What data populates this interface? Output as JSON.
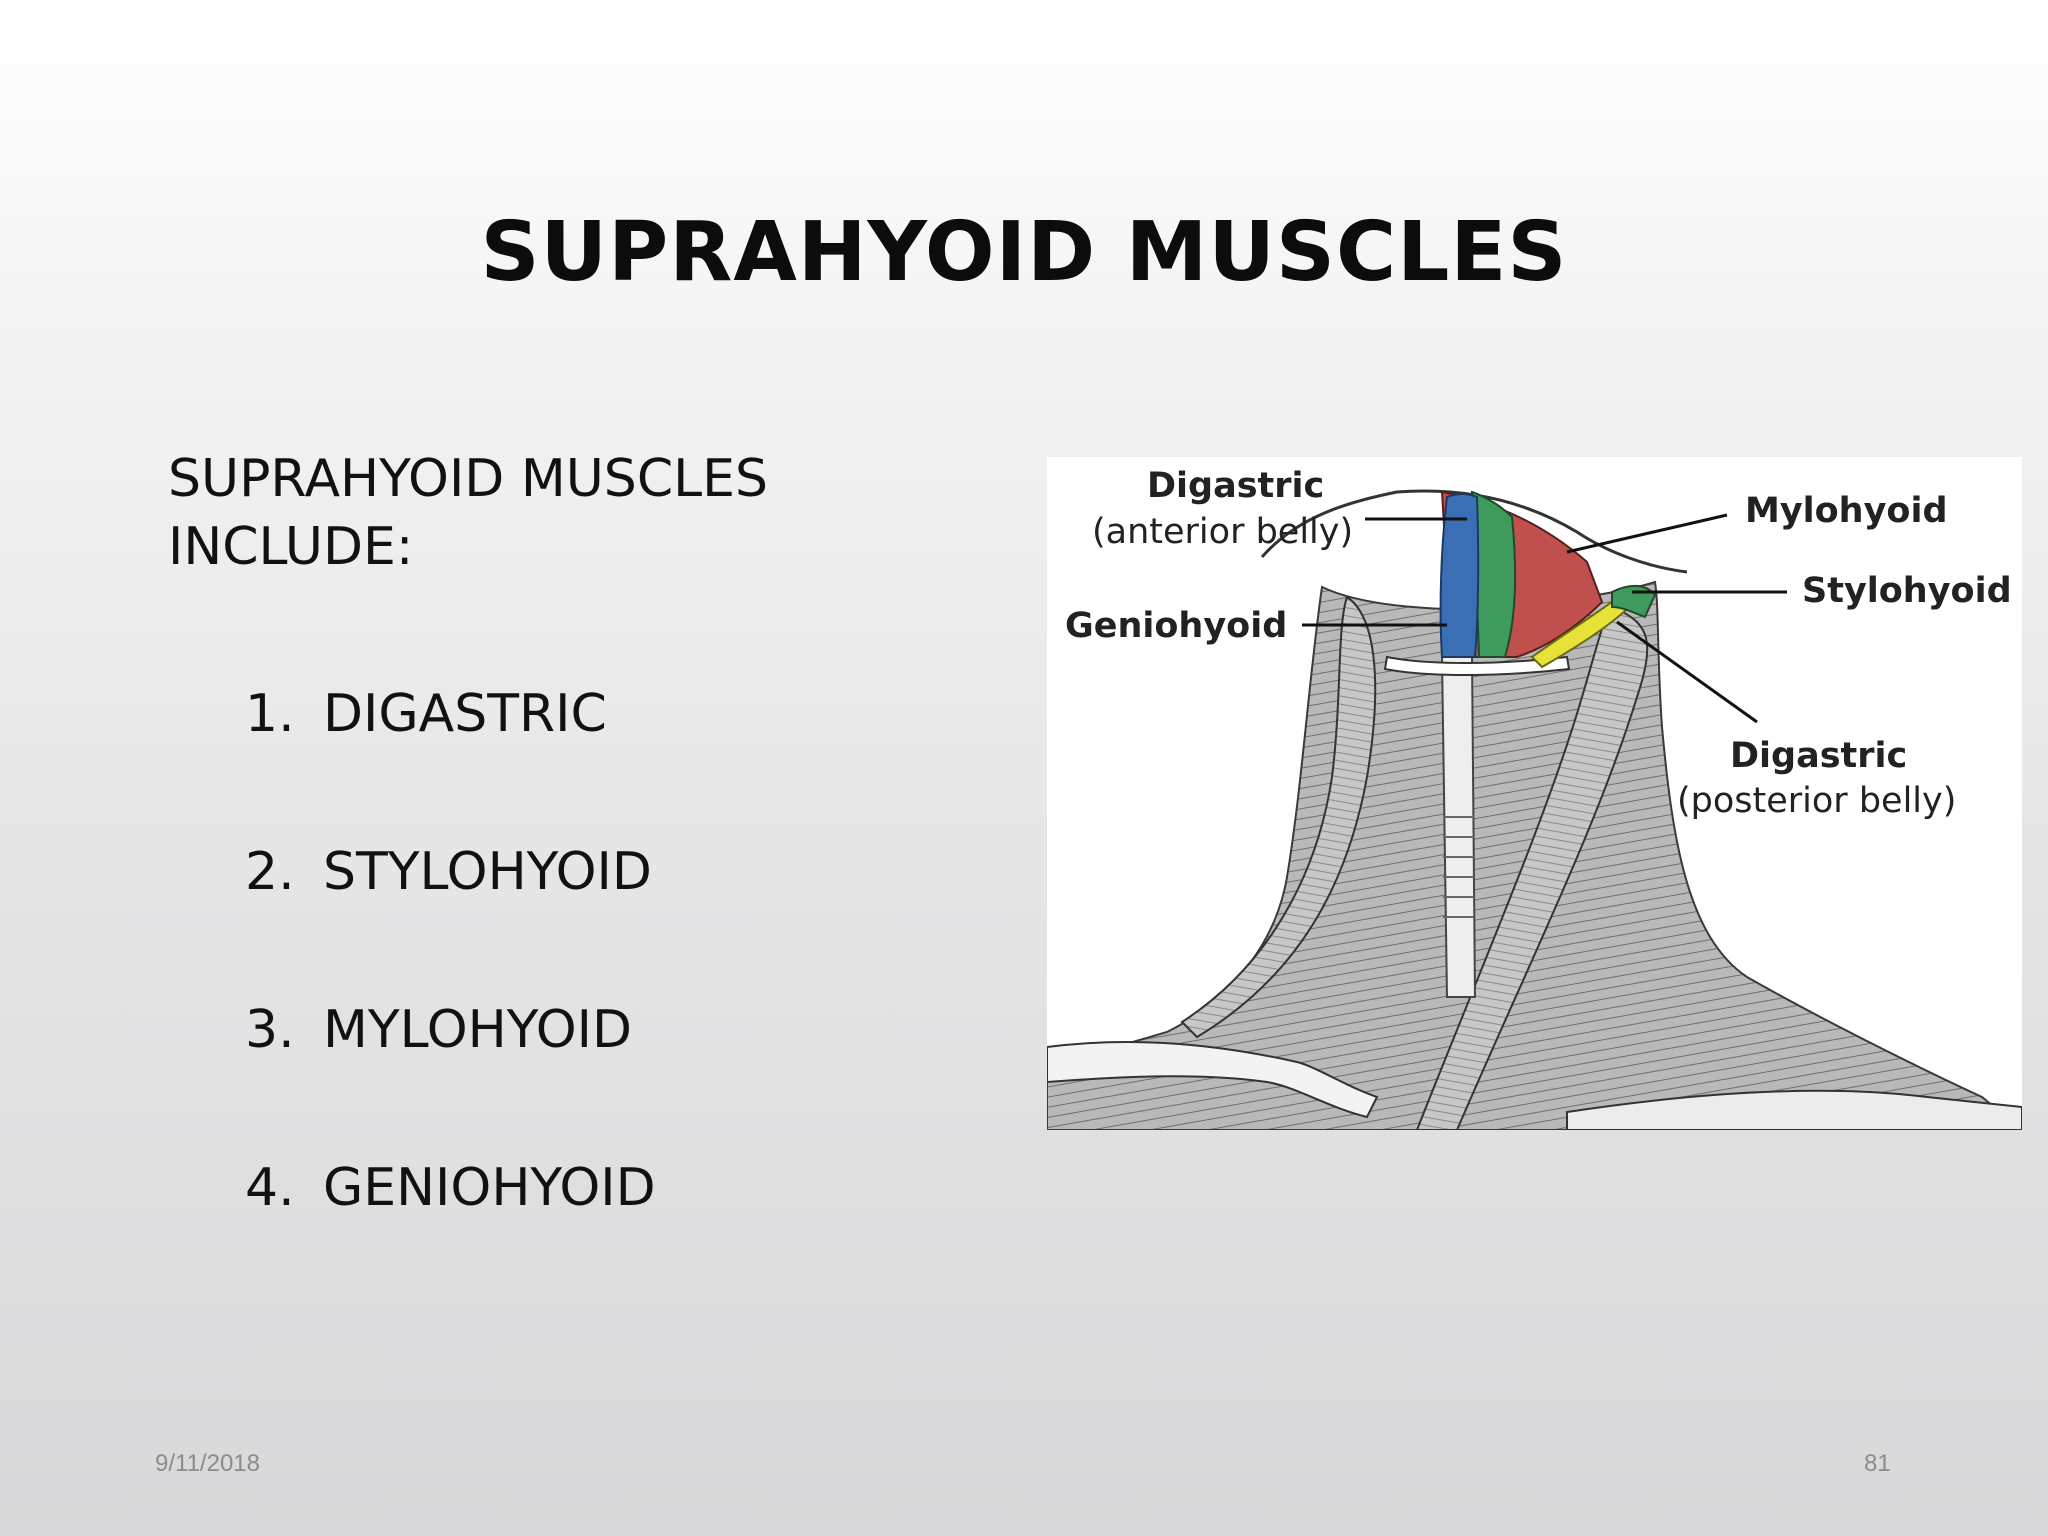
{
  "slide": {
    "title": "SUPRAHYOID MUSCLES",
    "intro_line1": "SUPRAHYOID MUSCLES",
    "intro_line2": "INCLUDE:",
    "items": [
      {
        "num": "1.",
        "label": "DIGASTRIC"
      },
      {
        "num": "2.",
        "label": "STYLOHYOID"
      },
      {
        "num": "3.",
        "label": "MYLOHYOID"
      },
      {
        "num": "4.",
        "label": "GENIOHYOID"
      }
    ],
    "footer": {
      "date": "9/11/2018",
      "page": "81"
    }
  },
  "figure": {
    "labels": {
      "digastric_anterior_title": "Digastric",
      "digastric_anterior_sub": "(anterior belly)",
      "mylohyoid": "Mylohyoid",
      "stylohyoid": "Stylohyoid",
      "geniohyoid": "Geniohyoid",
      "digastric_posterior_title": "Digastric",
      "digastric_posterior_sub": "(posterior belly)"
    },
    "colors": {
      "digastric": "#3b6fb5",
      "geniohyoid": "#3f9a5e",
      "mylohyoid": "#c0504d",
      "stylohyoid": "#e6e23a"
    }
  }
}
